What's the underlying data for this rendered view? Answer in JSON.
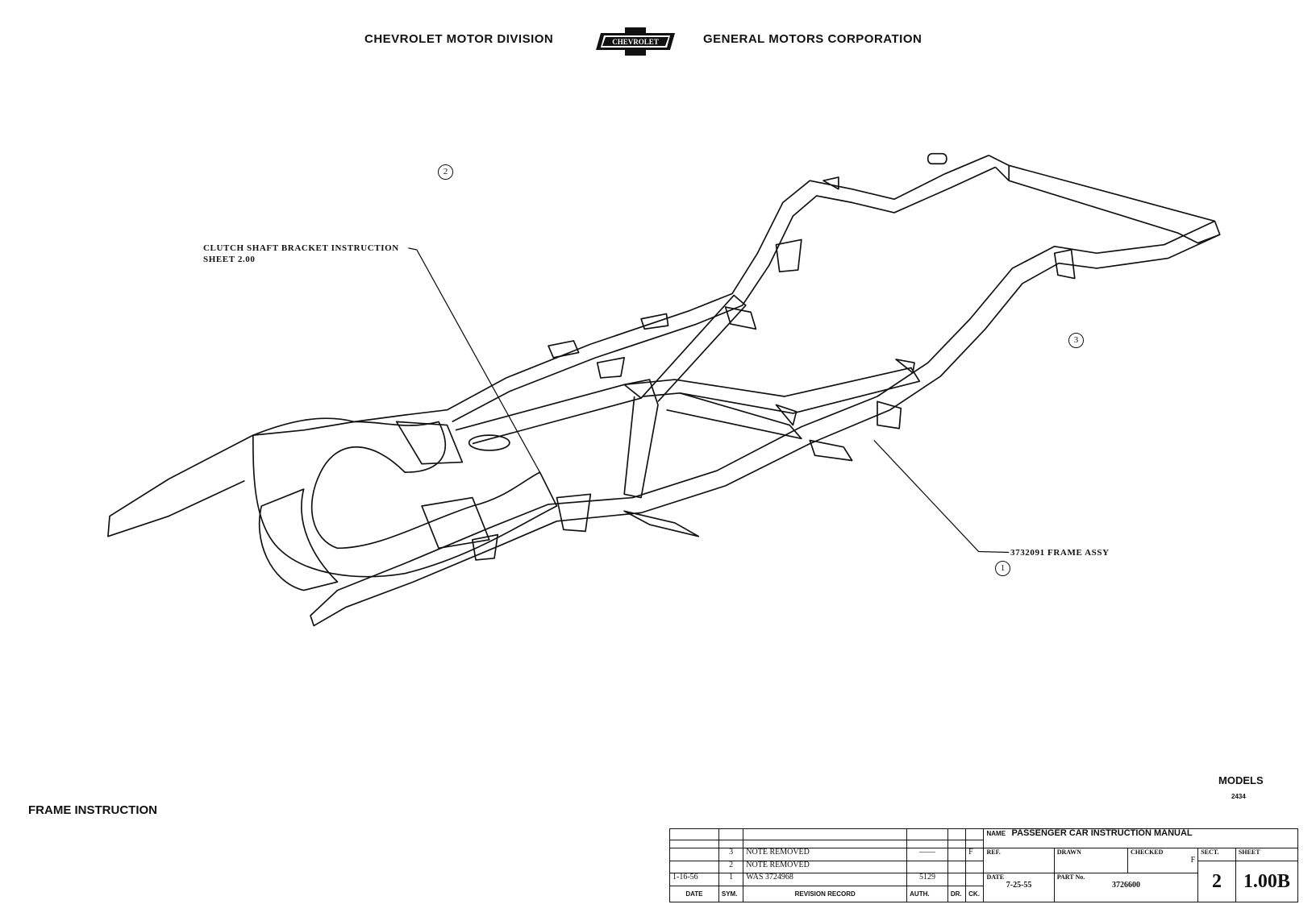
{
  "header": {
    "left": "CHEVROLET MOTOR DIVISION",
    "logo_text": "CHEVROLET",
    "right": "GENERAL MOTORS CORPORATION"
  },
  "callouts": {
    "c1": "1",
    "c2": "2",
    "c3": "3",
    "clutch_line1": "CLUTCH SHAFT BRACKET INSTRUCTION",
    "clutch_line2": "SHEET 2.00",
    "frame_assy": "3732091 FRAME ASSY"
  },
  "title": "FRAME INSTRUCTION",
  "models": {
    "label": "MODELS",
    "value": "2434"
  },
  "revisions": [
    {
      "date": "",
      "sym": "3",
      "record": "NOTE REMOVED",
      "auth": "——",
      "dr": "",
      "ck": "F"
    },
    {
      "date": "",
      "sym": "2",
      "record": "NOTE REMOVED",
      "auth": "",
      "dr": "",
      "ck": ""
    },
    {
      "date": "1-16-56",
      "sym": "1",
      "record": "WAS 3724968",
      "auth": "5129",
      "dr": "",
      "ck": ""
    }
  ],
  "rev_headers": {
    "date": "DATE",
    "sym": "SYM.",
    "record": "REVISION RECORD",
    "auth": "AUTH.",
    "dr": "DR.",
    "ck": "CK."
  },
  "title_block": {
    "name_label": "NAME",
    "name": "PASSENGER CAR INSTRUCTION MANUAL",
    "ref_label": "REF.",
    "drawn_label": "DRAWN",
    "checked_label": "CHECKED",
    "checked": "F",
    "sect_label": "SECT.",
    "sect": "2",
    "sheet_label": "SHEET",
    "sheet": "1.00B",
    "date_label": "DATE",
    "date": "7-25-55",
    "part_label": "PART No.",
    "part": "3726600"
  }
}
